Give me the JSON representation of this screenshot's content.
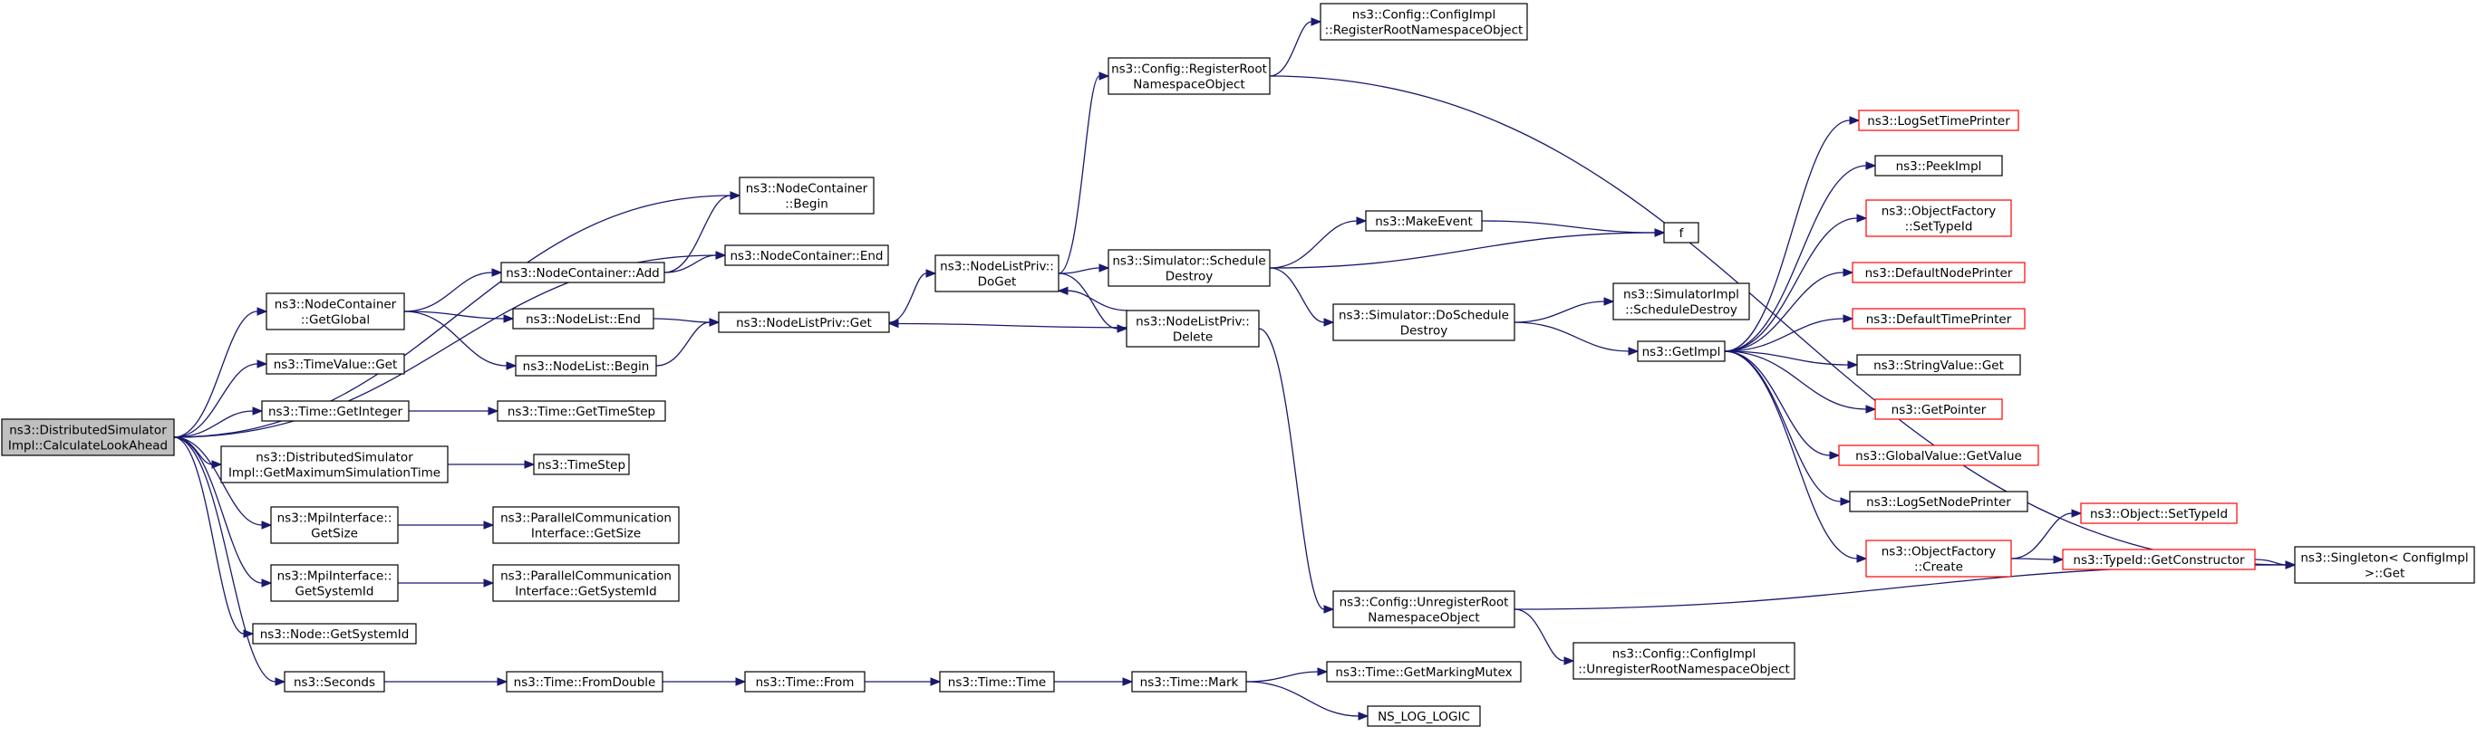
{
  "colors": {
    "edge": "#191970",
    "border_default": "#000000",
    "border_truncated": "#ff0000",
    "root_fill": "#bfbfbf",
    "fill": "#ffffff"
  },
  "nodes": [
    {
      "id": "root",
      "lines": [
        "ns3::DistributedSimulator",
        "Impl::CalculateLookAhead"
      ],
      "style": "root"
    },
    {
      "id": "nc_getglobal",
      "lines": [
        "ns3::NodeContainer",
        "::GetGlobal"
      ],
      "style": "normal"
    },
    {
      "id": "timevalue_get",
      "lines": [
        "ns3::TimeValue::Get"
      ],
      "style": "normal"
    },
    {
      "id": "time_getinteger",
      "lines": [
        "ns3::Time::GetInteger"
      ],
      "style": "normal"
    },
    {
      "id": "dsi_getmax",
      "lines": [
        "ns3::DistributedSimulator",
        "Impl::GetMaximumSimulationTime"
      ],
      "style": "normal"
    },
    {
      "id": "mpi_getsize",
      "lines": [
        "ns3::MpiInterface::",
        "GetSize"
      ],
      "style": "normal"
    },
    {
      "id": "mpi_getsystemid",
      "lines": [
        "ns3::MpiInterface::",
        "GetSystemId"
      ],
      "style": "normal"
    },
    {
      "id": "node_getsystemid",
      "lines": [
        "ns3::Node::GetSystemId"
      ],
      "style": "normal"
    },
    {
      "id": "seconds",
      "lines": [
        "ns3::Seconds"
      ],
      "style": "normal"
    },
    {
      "id": "nc_add",
      "lines": [
        "ns3::NodeContainer::Add"
      ],
      "style": "normal"
    },
    {
      "id": "nl_end",
      "lines": [
        "ns3::NodeList::End"
      ],
      "style": "normal"
    },
    {
      "id": "nl_begin",
      "lines": [
        "ns3::NodeList::Begin"
      ],
      "style": "normal"
    },
    {
      "id": "nc_begin",
      "lines": [
        "ns3::NodeContainer",
        "::Begin"
      ],
      "style": "normal"
    },
    {
      "id": "nc_end",
      "lines": [
        "ns3::NodeContainer::End"
      ],
      "style": "normal"
    },
    {
      "id": "time_gettimestep",
      "lines": [
        "ns3::Time::GetTimeStep"
      ],
      "style": "normal"
    },
    {
      "id": "timestep",
      "lines": [
        "ns3::TimeStep"
      ],
      "style": "normal"
    },
    {
      "id": "pci_getsize",
      "lines": [
        "ns3::ParallelCommunication",
        "Interface::GetSize"
      ],
      "style": "normal"
    },
    {
      "id": "pci_getsystemid",
      "lines": [
        "ns3::ParallelCommunication",
        "Interface::GetSystemId"
      ],
      "style": "normal"
    },
    {
      "id": "time_fromdouble",
      "lines": [
        "ns3::Time::FromDouble"
      ],
      "style": "normal"
    },
    {
      "id": "nlp_get",
      "lines": [
        "ns3::NodeListPriv::Get"
      ],
      "style": "normal"
    },
    {
      "id": "time_from",
      "lines": [
        "ns3::Time::From"
      ],
      "style": "normal"
    },
    {
      "id": "nlp_doget",
      "lines": [
        "ns3::NodeListPriv::",
        "DoGet"
      ],
      "style": "normal"
    },
    {
      "id": "time_time",
      "lines": [
        "ns3::Time::Time"
      ],
      "style": "normal"
    },
    {
      "id": "cfg_registerroot",
      "lines": [
        "ns3::Config::RegisterRoot",
        "NamespaceObject"
      ],
      "style": "normal"
    },
    {
      "id": "sim_scheduledestroy",
      "lines": [
        "ns3::Simulator::Schedule",
        "Destroy"
      ],
      "style": "normal"
    },
    {
      "id": "nlp_delete",
      "lines": [
        "ns3::NodeListPriv::",
        "Delete"
      ],
      "style": "normal"
    },
    {
      "id": "time_mark",
      "lines": [
        "ns3::Time::Mark"
      ],
      "style": "normal"
    },
    {
      "id": "cfgimpl_registerroot",
      "lines": [
        "ns3::Config::ConfigImpl",
        "::RegisterRootNamespaceObject"
      ],
      "style": "normal"
    },
    {
      "id": "makeevent",
      "lines": [
        "ns3::MakeEvent"
      ],
      "style": "normal"
    },
    {
      "id": "sim_doscheduledestroy",
      "lines": [
        "ns3::Simulator::DoSchedule",
        "Destroy"
      ],
      "style": "normal"
    },
    {
      "id": "cfg_unregisterroot",
      "lines": [
        "ns3::Config::UnregisterRoot",
        "NamespaceObject"
      ],
      "style": "normal"
    },
    {
      "id": "time_getmarkingmutex",
      "lines": [
        "ns3::Time::GetMarkingMutex"
      ],
      "style": "normal"
    },
    {
      "id": "ns_log_logic",
      "lines": [
        "NS_LOG_LOGIC"
      ],
      "style": "normal"
    },
    {
      "id": "f",
      "lines": [
        "f"
      ],
      "style": "normal"
    },
    {
      "id": "simimpl_scheduledestroy",
      "lines": [
        "ns3::SimulatorImpl",
        "::ScheduleDestroy"
      ],
      "style": "normal"
    },
    {
      "id": "getimpl",
      "lines": [
        "ns3::GetImpl"
      ],
      "style": "normal"
    },
    {
      "id": "cfgimpl_unregisterroot",
      "lines": [
        "ns3::Config::ConfigImpl",
        "::UnregisterRootNamespaceObject"
      ],
      "style": "normal"
    },
    {
      "id": "logsettimeprinter",
      "lines": [
        "ns3::LogSetTimePrinter"
      ],
      "style": "truncated"
    },
    {
      "id": "peekimpl",
      "lines": [
        "ns3::PeekImpl"
      ],
      "style": "normal"
    },
    {
      "id": "of_settypeid",
      "lines": [
        "ns3::ObjectFactory",
        "::SetTypeId"
      ],
      "style": "truncated"
    },
    {
      "id": "defaultnodeprinter",
      "lines": [
        "ns3::DefaultNodePrinter"
      ],
      "style": "truncated"
    },
    {
      "id": "defaulttimeprinter",
      "lines": [
        "ns3::DefaultTimePrinter"
      ],
      "style": "truncated"
    },
    {
      "id": "stringvalue_get",
      "lines": [
        "ns3::StringValue::Get"
      ],
      "style": "normal"
    },
    {
      "id": "getpointer",
      "lines": [
        "ns3::GetPointer"
      ],
      "style": "truncated"
    },
    {
      "id": "globalvalue_getvalue",
      "lines": [
        "ns3::GlobalValue::GetValue"
      ],
      "style": "truncated"
    },
    {
      "id": "logsetnodeprinter",
      "lines": [
        "ns3::LogSetNodePrinter"
      ],
      "style": "normal"
    },
    {
      "id": "of_create",
      "lines": [
        "ns3::ObjectFactory",
        "::Create"
      ],
      "style": "truncated"
    },
    {
      "id": "object_settypeid",
      "lines": [
        "ns3::Object::SetTypeId"
      ],
      "style": "truncated"
    },
    {
      "id": "typeid_getconstructor",
      "lines": [
        "ns3::TypeId::GetConstructor"
      ],
      "style": "truncated"
    },
    {
      "id": "singleton_get",
      "lines": [
        "ns3::Singleton< ConfigImpl",
        " >::Get"
      ],
      "style": "normal"
    }
  ]
}
